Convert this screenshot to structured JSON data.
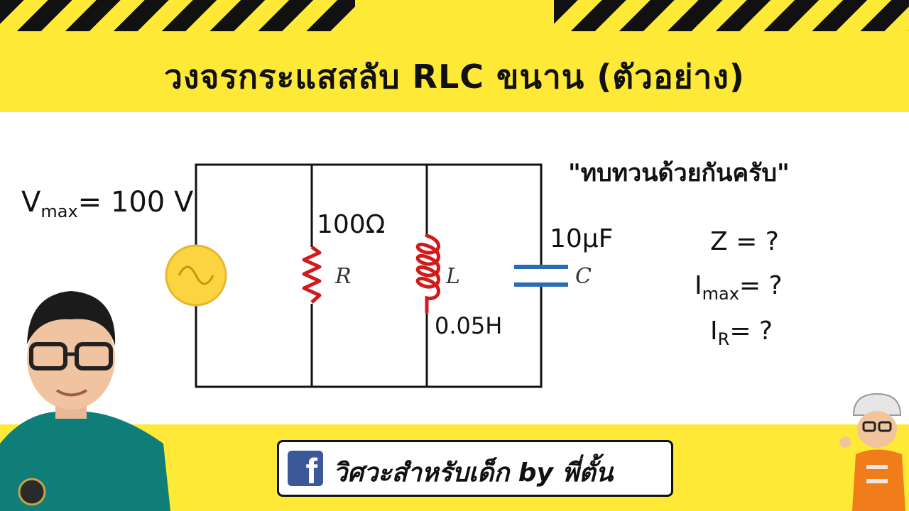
{
  "header": {
    "title": "วงจรกระแสสลับ RLC ขนาน (ตัวอย่าง)"
  },
  "circuit": {
    "source_label_main": "V",
    "source_label_sub": "max",
    "source_label_rest": "= 100 V",
    "resistor_value": "100Ω",
    "resistor_symbol": "R",
    "inductor_value": "0.05H",
    "inductor_symbol": "L",
    "capacitor_value": "10μF",
    "capacitor_symbol": "C"
  },
  "questions": {
    "heading": "\"ทบทวนด้วยกันครับ\"",
    "q1": "Z = ?",
    "q2_main": "I",
    "q2_sub": "max",
    "q2_rest": "= ?",
    "q3_main": "I",
    "q3_sub": "R",
    "q3_rest": "= ?"
  },
  "footer": {
    "page_name": "วิศวะสำหรับเด็ก by พี่ตั้น",
    "fb_letter": "f"
  },
  "colors": {
    "band": "#fde936",
    "resistor": "#d11a1a",
    "capacitor": "#2a6db5",
    "source": "#fbd440",
    "facebook": "#3b5998"
  }
}
